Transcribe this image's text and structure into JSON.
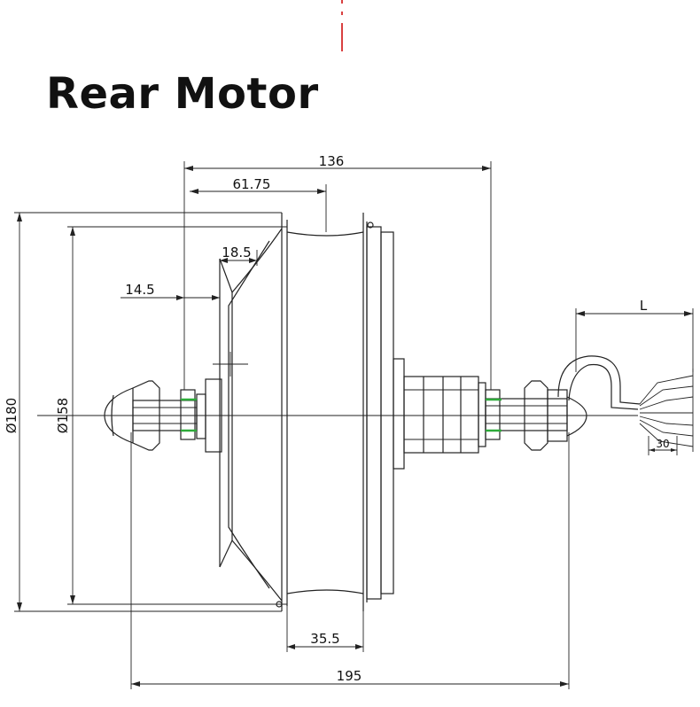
{
  "title": "Rear Motor",
  "dimensions": {
    "overall_width": "136",
    "flange_offset": "61.75",
    "hub_offset": "18.5",
    "axle_offset": "14.5",
    "outer_diameter": "Ø180",
    "rim_diameter": "Ø158",
    "rim_width": "35.5",
    "axle_length": "195",
    "cable_length": "L",
    "connector_length": "30"
  },
  "colors": {
    "line": "#222222",
    "center_mark": "#cc0000",
    "seal": "#2eaa3a"
  }
}
